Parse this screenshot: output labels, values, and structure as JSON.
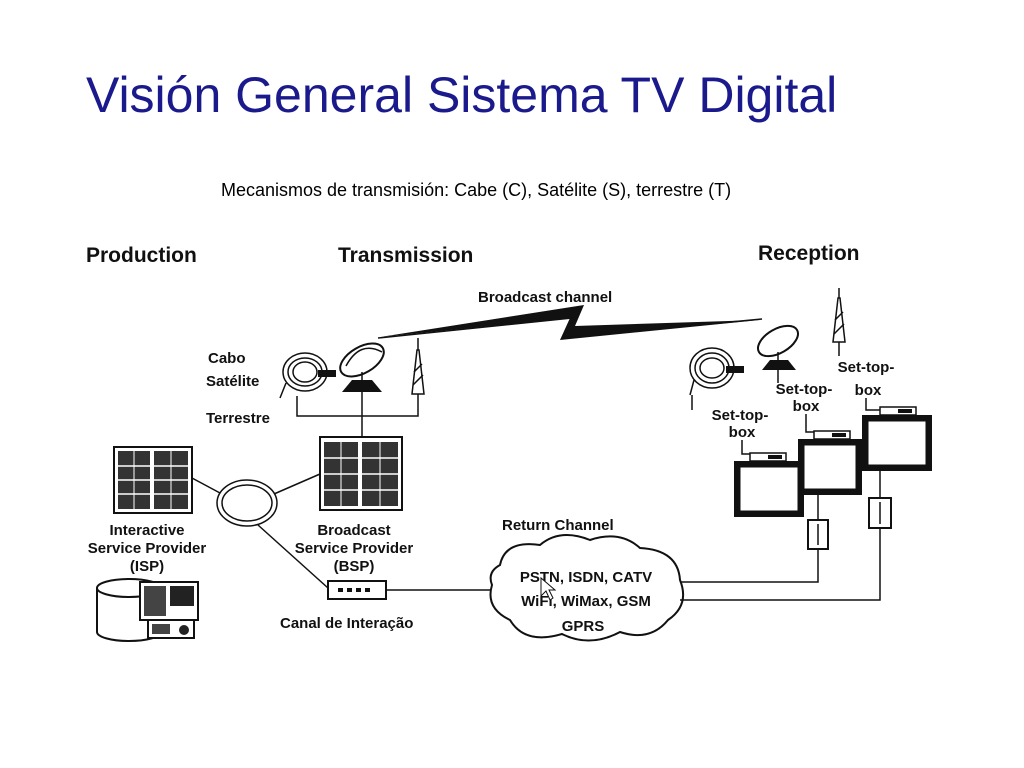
{
  "slide": {
    "title": "Visión General Sistema TV Digital",
    "subtitle": "Mecanismos de transmisión: Cabe (C), Satélite (S), terrestre (T)"
  },
  "diagram": {
    "headers": {
      "production": "Production",
      "transmission": "Transmission",
      "reception": "Reception"
    },
    "broadcast_channel": "Broadcast channel",
    "transmission_media": {
      "cable": "Cabo",
      "satellite": "Satélite",
      "terrestrial": "Terrestre"
    },
    "isp": {
      "line1": "Interactive",
      "line2": "Service Provider",
      "line3": "(ISP)"
    },
    "bsp": {
      "line1": "Broadcast",
      "line2": "Service Provider",
      "line3": "(BSP)"
    },
    "interaction_channel": "Canal de Interação",
    "return_channel": {
      "label": "Return Channel",
      "line1": "PSTN, ISDN, CATV",
      "line2": "WiFi, WiMax, GSM",
      "line3": "GPRS"
    },
    "set_top_boxes": [
      {
        "line1": "Set-top-",
        "line2": "box"
      },
      {
        "line1": "Set-top-",
        "line2": "box"
      },
      {
        "line1": "Set-top-",
        "line2": "box"
      }
    ]
  }
}
